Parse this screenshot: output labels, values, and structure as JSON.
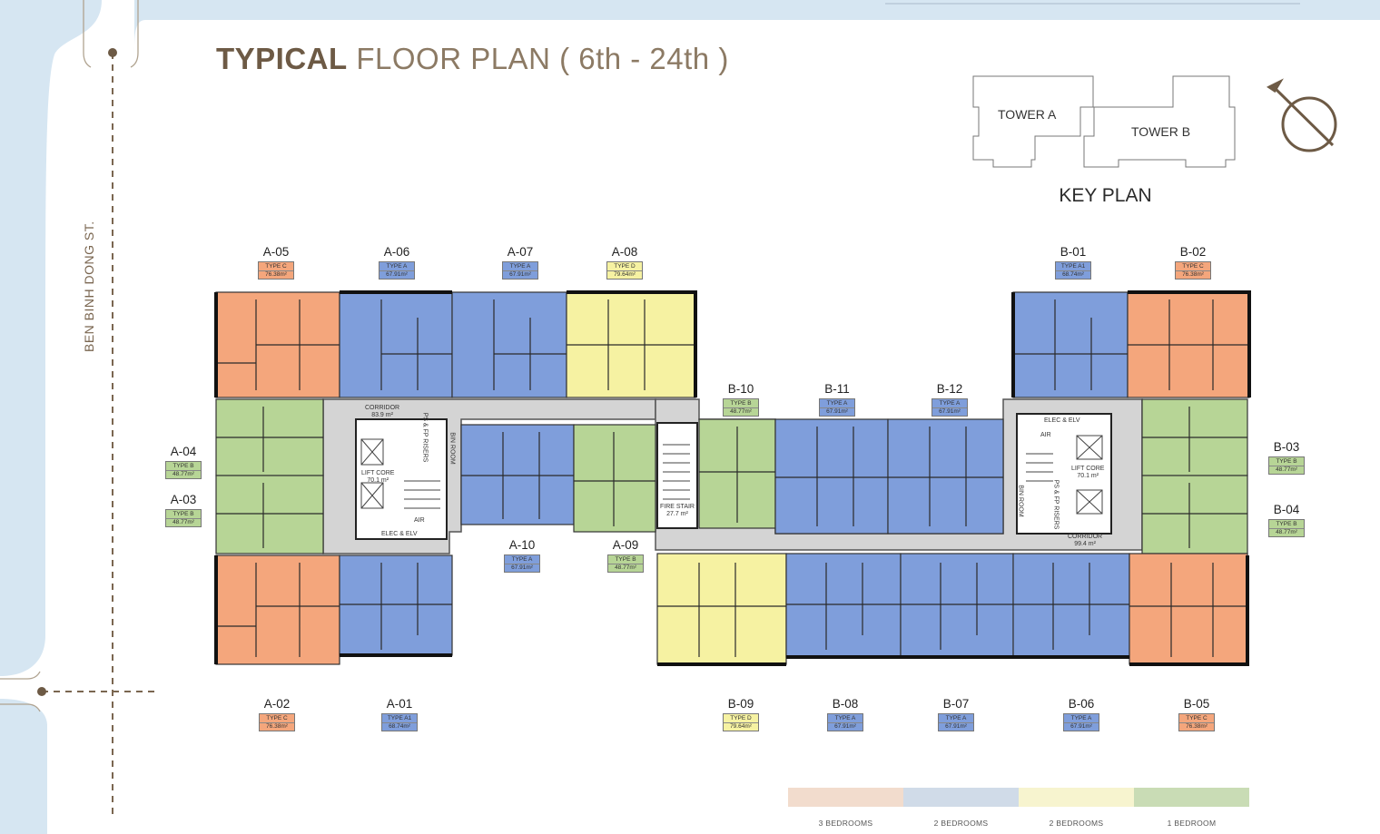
{
  "title": {
    "bold": "TYPICAL",
    "light": "FLOOR PLAN ( 6th - 24th )"
  },
  "street_label": "BEN BINH DONG ST.",
  "key_plan": {
    "title": "KEY PLAN",
    "tower_a": "TOWER A",
    "tower_b": "TOWER B"
  },
  "colors": {
    "c3bed": "#f4a67c",
    "c2bed_a": "#7f9edb",
    "c2bed_d": "#f6f2a2",
    "c1bed": "#b7d596",
    "corridor": "#d9d9d9",
    "water": "#d6e6f2",
    "brand": "#6d5a45"
  },
  "units": [
    {
      "id": "A-05",
      "type": "TYPE C",
      "area": "76.38m²",
      "color": "#f4a67c"
    },
    {
      "id": "A-06",
      "type": "TYPE A",
      "area": "67.91m²",
      "color": "#7f9edb"
    },
    {
      "id": "A-07",
      "type": "TYPE A",
      "area": "67.91m²",
      "color": "#7f9edb"
    },
    {
      "id": "A-08",
      "type": "TYPE D",
      "area": "79.64m²",
      "color": "#f6f2a2"
    },
    {
      "id": "B-01",
      "type": "TYPE A1",
      "area": "68.74m²",
      "color": "#7f9edb"
    },
    {
      "id": "B-02",
      "type": "TYPE C",
      "area": "76.38m²",
      "color": "#f4a67c"
    },
    {
      "id": "A-04",
      "type": "TYPE B",
      "area": "48.77m²",
      "color": "#b7d596"
    },
    {
      "id": "A-03",
      "type": "TYPE B",
      "area": "48.77m²",
      "color": "#b7d596"
    },
    {
      "id": "B-10",
      "type": "TYPE B",
      "area": "48.77m²",
      "color": "#b7d596"
    },
    {
      "id": "B-11",
      "type": "TYPE A",
      "area": "67.91m²",
      "color": "#7f9edb"
    },
    {
      "id": "B-12",
      "type": "TYPE A",
      "area": "67.91m²",
      "color": "#7f9edb"
    },
    {
      "id": "B-03",
      "type": "TYPE B",
      "area": "48.77m²",
      "color": "#b7d596"
    },
    {
      "id": "B-04",
      "type": "TYPE B",
      "area": "48.77m²",
      "color": "#b7d596"
    },
    {
      "id": "A-10",
      "type": "TYPE A",
      "area": "67.91m²",
      "color": "#7f9edb"
    },
    {
      "id": "A-09",
      "type": "TYPE B",
      "area": "48.77m²",
      "color": "#b7d596"
    },
    {
      "id": "A-02",
      "type": "TYPE C",
      "area": "76.38m²",
      "color": "#f4a67c"
    },
    {
      "id": "A-01",
      "type": "TYPE A1",
      "area": "68.74m²",
      "color": "#7f9edb"
    },
    {
      "id": "B-09",
      "type": "TYPE D",
      "area": "79.64m²",
      "color": "#f6f2a2"
    },
    {
      "id": "B-08",
      "type": "TYPE A",
      "area": "67.91m²",
      "color": "#7f9edb"
    },
    {
      "id": "B-07",
      "type": "TYPE A",
      "area": "67.91m²",
      "color": "#7f9edb"
    },
    {
      "id": "B-06",
      "type": "TYPE A",
      "area": "67.91m²",
      "color": "#7f9edb"
    },
    {
      "id": "B-05",
      "type": "TYPE C",
      "area": "76.38m²",
      "color": "#f4a67c"
    }
  ],
  "rooms": {
    "corridor_a": "CORRIDOR",
    "corridor_a_area": "83.9 m²",
    "corridor_b": "CORRIDOR",
    "corridor_b_area": "99.4 m²",
    "lift_core_a": "LIFT CORE",
    "lift_core_a_area": "70.1 m²",
    "lift_core_b": "LIFT CORE",
    "lift_core_b_area": "70.1 m²",
    "elec_a": "ELEC & ELV",
    "elec_b": "ELEC & ELV",
    "air_a": "AIR",
    "air_b": "AIR",
    "risers_a": "PS & FP RISERS",
    "risers_b": "PS & FP RISERS",
    "bin_a": "BIN ROOM",
    "bin_b": "BIN ROOM",
    "fire_stair": "FIRE STAIR",
    "fire_stair_area": "27.7 m²"
  },
  "legend": [
    {
      "label": "3 BEDROOMS",
      "color": "#f2dccd"
    },
    {
      "label": "2 BEDROOMS",
      "color": "#d0dbe8"
    },
    {
      "label": "2 BEDROOMS",
      "color": "#f7f4cf"
    },
    {
      "label": "1 BEDROOM",
      "color": "#c9dcb5"
    }
  ]
}
